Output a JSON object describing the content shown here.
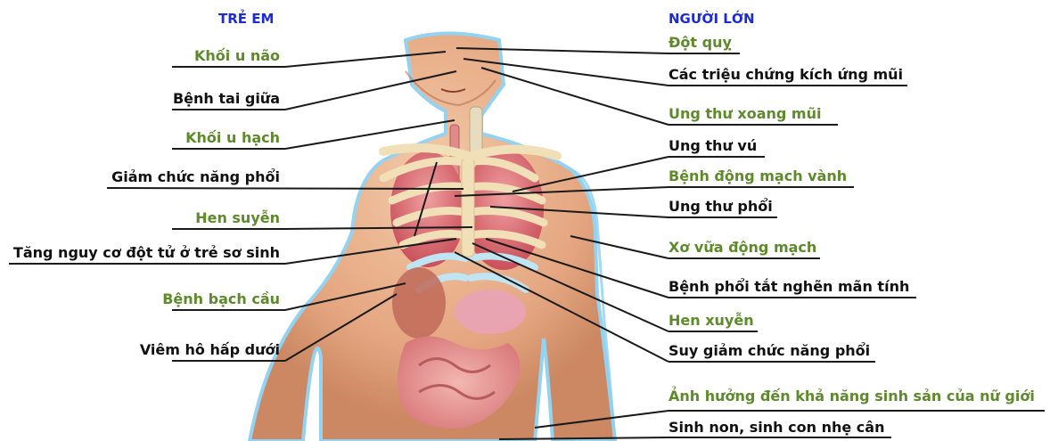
{
  "headings": {
    "left": "TRẺ EM",
    "right": "NGƯỜI LỚN"
  },
  "left_labels": [
    {
      "text": "Khối u não",
      "color": "#5d8a2a"
    },
    {
      "text": "Bệnh tai giữa",
      "color": "#111111"
    },
    {
      "text": "Khối u hạch",
      "color": "#5d8a2a"
    },
    {
      "text": "Giảm chức năng phổi",
      "color": "#111111"
    },
    {
      "text": "Hen suyễn",
      "color": "#5d8a2a"
    },
    {
      "text": "Tăng nguy cơ đột tử ở trẻ sơ sinh",
      "color": "#111111"
    },
    {
      "text": "Bệnh bạch cầu",
      "color": "#5d8a2a"
    },
    {
      "text": "Viêm hô hấp dưới",
      "color": "#111111"
    }
  ],
  "right_labels": [
    {
      "text": "Đột quỵ",
      "color": "#5d8a2a"
    },
    {
      "text": "Các triệu chứng kích ứng mũi",
      "color": "#111111"
    },
    {
      "text": "Ung thư xoang mũi",
      "color": "#5d8a2a"
    },
    {
      "text": "Ung thư vú",
      "color": "#111111"
    },
    {
      "text": "Bệnh động mạch vành",
      "color": "#5d8a2a"
    },
    {
      "text": "Ung thư phổi",
      "color": "#111111"
    },
    {
      "text": "Xơ vữa động mạch",
      "color": "#5d8a2a"
    },
    {
      "text": "Bệnh phổi tắt nghẽn mãn tính",
      "color": "#111111"
    },
    {
      "text": "Hen xuyễn",
      "color": "#5d8a2a"
    },
    {
      "text": "Suy giảm chức năng phổi",
      "color": "#111111"
    },
    {
      "text": "Ảnh hưởng đến khả năng sinh sản của nữ giới",
      "color": "#5d8a2a"
    },
    {
      "text": "Sinh non, sinh con nhẹ cân",
      "color": "#111111"
    }
  ]
}
